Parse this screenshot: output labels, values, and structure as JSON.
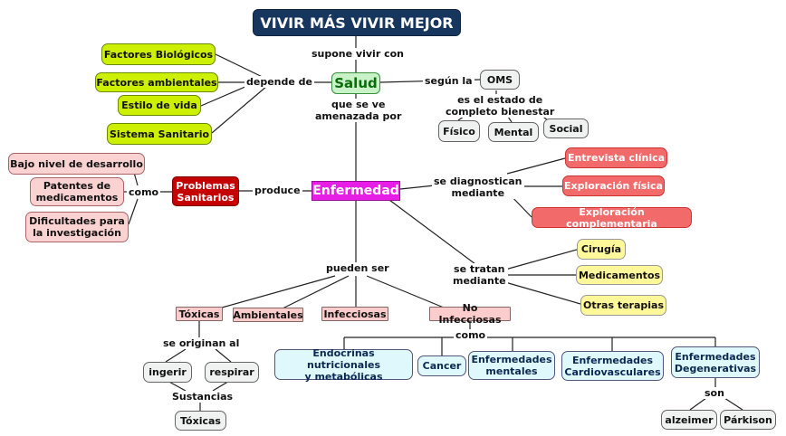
{
  "title": "VIVIR MÁS VIVIR MEJOR",
  "nodes": {
    "salud": "Salud",
    "oms": "OMS",
    "fisico": "Físico",
    "mental": "Mental",
    "social": "Social",
    "factores_biologicos": "Factores Biológicos",
    "factores_ambientales": "Factores ambientales",
    "estilo_vida": "Estilo de vida",
    "sistema_sanitario": "Sistema Sanitario",
    "enfermedad": "Enfermedad",
    "problemas_sanitarios": "Problemas\nSanitarios",
    "bajo_nivel": "Bajo nivel de desarrollo",
    "patentes": "Patentes de\nmedicamentos",
    "dificultades": "Dificultades para\nla investigación",
    "entrevista": "Entrevista clínica",
    "exploracion_fisica": "Exploración física",
    "exploracion_comp": "Exploración complementaria",
    "cirugia": "Cirugía",
    "medicamentos": "Medicamentos",
    "otras_terapias": "Otras terapias",
    "toxicas": "Tóxicas",
    "ambientales": "Ambientales",
    "infecciosas": "Infecciosas",
    "no_infecciosas": "No Infecciosas",
    "ingerir": "ingerir",
    "respirar": "respirar",
    "toxicas2": "Tóxicas",
    "endocrinas": "Endocrinas nutricionales\ny metabólicas",
    "cancer": "Cancer",
    "mentales": "Enfermedades\nmentales",
    "cardio": "Enfermedades\nCardiovasculares",
    "degenerativas": "Enfermedades\nDegenerativas",
    "alzeimer": "alzeimer",
    "parkison": "Párkison"
  },
  "links": {
    "supone": "supone vivir con",
    "depende": "depende de",
    "segun": "según la",
    "estado": "es el estado de\ncompleto bienestar",
    "amenazada": "que se ve\namenazada por",
    "produce": "produce",
    "como1": "como",
    "diagnostican": "se diagnostican\nmediante",
    "tratan": "se tratan\nmediante",
    "pueden": "pueden ser",
    "originan": "se originan al",
    "sustancias": "Sustancias",
    "como2": "como",
    "son": "son"
  },
  "colors": {
    "title": "#17365d",
    "salud": "#c9f2c9",
    "enfermedad": "#e61ee6",
    "factors": "#ccf000",
    "diagnosis": "#f26a6a",
    "problems": "#c40000",
    "treatment": "#fff89a",
    "types": "#fbcccc",
    "non_infectious": "#dff8fb"
  }
}
